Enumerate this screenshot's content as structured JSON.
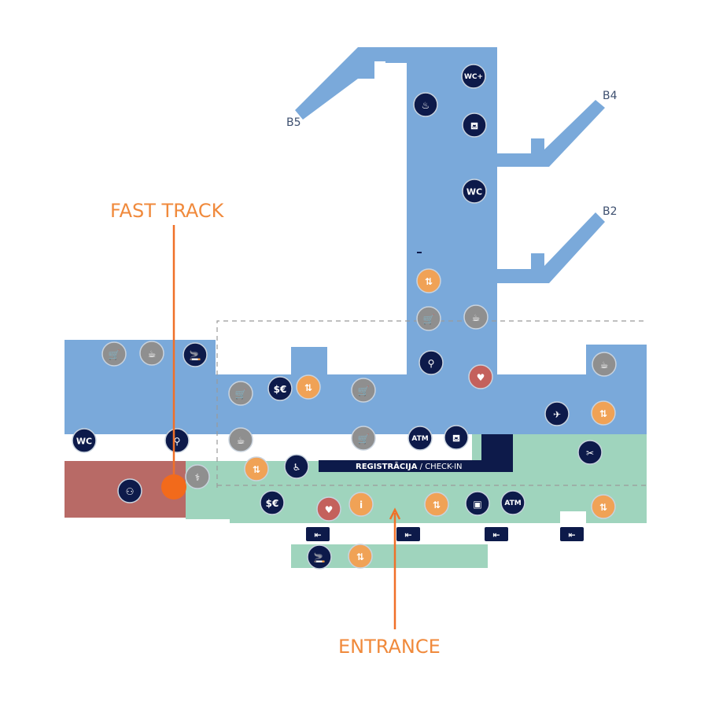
{
  "colors": {
    "airside": "#7aa9da",
    "landside": "#9fd4bd",
    "fast_track_zone": "#b86a66",
    "navy": "#0d1a4a",
    "grey_icon": "#8f8f8f",
    "orange_icon": "#f0a256",
    "red_icon": "#c4615c",
    "callout": "#f07028"
  },
  "gates": {
    "b5": "B5",
    "b4": "B4",
    "b2": "B2"
  },
  "callouts": {
    "fast_track": "FAST TRACK",
    "entrance": "ENTRANCE"
  },
  "checkin": {
    "label_bold": "REGISTRĀCIJA",
    "label_sep": " / ",
    "label_regular": "CHECK-IN"
  },
  "icons": [
    {
      "id": "wc-plus-pier",
      "kind": "wc-plus",
      "style": "navy",
      "text": "WC+"
    },
    {
      "id": "massage-pier",
      "kind": "massage",
      "style": "navy"
    },
    {
      "id": "lounge-chair-pier",
      "kind": "lounge",
      "style": "navy"
    },
    {
      "id": "wc-pier",
      "kind": "wc",
      "style": "navy",
      "text": "WC"
    },
    {
      "id": "elevator-escalator-pier",
      "kind": "elevator-escalator",
      "style": "orange"
    },
    {
      "id": "shop-pier",
      "kind": "shop",
      "style": "grey"
    },
    {
      "id": "cafe-pier",
      "kind": "cafe",
      "style": "grey"
    },
    {
      "id": "stroller-pier",
      "kind": "stroller",
      "style": "navy"
    },
    {
      "id": "defibrillator-pier",
      "kind": "defibrillator",
      "style": "red"
    },
    {
      "id": "shop-west-1",
      "kind": "shop",
      "style": "grey"
    },
    {
      "id": "cafe-west-1",
      "kind": "cafe",
      "style": "grey"
    },
    {
      "id": "smoking-west",
      "kind": "smoking",
      "style": "navy"
    },
    {
      "id": "wc-west",
      "kind": "wc",
      "style": "navy",
      "text": "WC"
    },
    {
      "id": "stroller-west",
      "kind": "stroller",
      "style": "navy"
    },
    {
      "id": "shop-mid-1",
      "kind": "shop",
      "style": "grey"
    },
    {
      "id": "currency-exchange-mid",
      "kind": "currency",
      "style": "navy"
    },
    {
      "id": "elevator-escalator-mid",
      "kind": "elevator-escalator",
      "style": "orange"
    },
    {
      "id": "shop-mid-2",
      "kind": "shop",
      "style": "grey"
    },
    {
      "id": "cafe-mid",
      "kind": "cafe",
      "style": "grey"
    },
    {
      "id": "shop-mid-3",
      "kind": "shop",
      "style": "grey"
    },
    {
      "id": "atm-checkin",
      "kind": "atm",
      "style": "navy",
      "text": "ATM"
    },
    {
      "id": "lounge-checkin",
      "kind": "lounge",
      "style": "navy"
    },
    {
      "id": "cafe-east",
      "kind": "cafe",
      "style": "grey"
    },
    {
      "id": "transfer-east",
      "kind": "transfer",
      "style": "navy"
    },
    {
      "id": "elevator-escalator-east",
      "kind": "elevator-escalator",
      "style": "orange"
    },
    {
      "id": "tickets-east",
      "kind": "tickets",
      "style": "navy"
    },
    {
      "id": "security-check",
      "kind": "security",
      "style": "navy"
    },
    {
      "id": "pharmacy",
      "kind": "pharmacy",
      "style": "grey"
    },
    {
      "id": "elevator-escalator-landside-1",
      "kind": "elevator-escalator",
      "style": "orange"
    },
    {
      "id": "accessibility",
      "kind": "wheelchair",
      "style": "navy"
    },
    {
      "id": "currency-exchange-landside",
      "kind": "currency",
      "style": "navy"
    },
    {
      "id": "defibrillator-landside",
      "kind": "defibrillator",
      "style": "red"
    },
    {
      "id": "info-desk",
      "kind": "info",
      "style": "orange"
    },
    {
      "id": "elevator-escalator-landside-2",
      "kind": "elevator-escalator",
      "style": "orange"
    },
    {
      "id": "baggage-service",
      "kind": "baggage",
      "style": "navy"
    },
    {
      "id": "atm-landside",
      "kind": "atm",
      "style": "navy",
      "text": "ATM"
    },
    {
      "id": "elevator-escalator-landside-3",
      "kind": "elevator-escalator",
      "style": "orange"
    },
    {
      "id": "smoking-outside",
      "kind": "smoking",
      "style": "navy"
    },
    {
      "id": "elevator-escalator-outside",
      "kind": "elevator-escalator",
      "style": "orange"
    }
  ],
  "exits": [
    "exit-1",
    "exit-2",
    "exit-3",
    "exit-4"
  ]
}
